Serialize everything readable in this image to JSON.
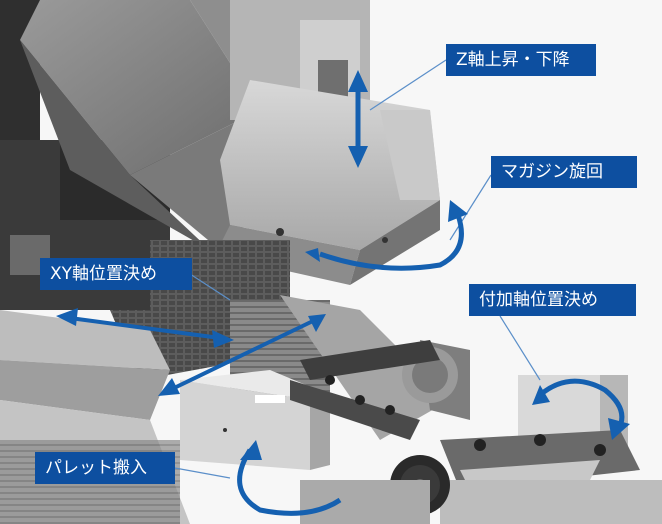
{
  "labels": {
    "z_axis": "Z軸上昇・下降",
    "magazine": "マガジン旋回",
    "xy_axis": "XY軸位置決め",
    "additional_axis": "付加軸位置決め",
    "pallet": "パレット搬入"
  },
  "colors": {
    "label_bg": "#0d4fa0",
    "label_text": "#ffffff",
    "arrow": "#1560b0",
    "leader_line": "#5b8fc9"
  },
  "icons": {
    "z_arrow": "double-vertical-arrow",
    "magazine_arrow": "curved-rotation-arrow",
    "xy_arrows": "diagonal-double-arrows",
    "additional_arrow": "curved-rotation-arrow",
    "pallet_arrow": "curved-rotation-arrow"
  }
}
